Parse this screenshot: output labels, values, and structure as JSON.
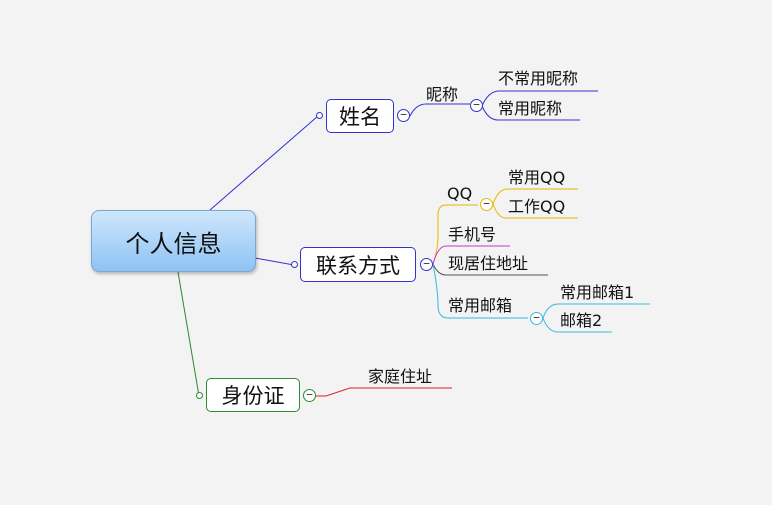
{
  "root": {
    "label": "个人信息"
  },
  "branches": {
    "name": {
      "label": "姓名",
      "color": "#3333cc",
      "nickname": {
        "label": "昵称",
        "children": [
          "不常用昵称",
          "常用昵称"
        ]
      }
    },
    "contact": {
      "label": "联系方式",
      "color": "#3333cc",
      "qq": {
        "label": "QQ",
        "color": "#e6b800",
        "children": [
          "常用QQ",
          "工作QQ"
        ]
      },
      "phone": {
        "label": "手机号",
        "color": "#cc33cc"
      },
      "address": {
        "label": "现居住地址",
        "color": "#555555"
      },
      "email": {
        "label": "常用邮箱",
        "color": "#33bbdd",
        "children": [
          "常用邮箱1",
          "邮箱2"
        ]
      }
    },
    "id_card": {
      "label": "身份证",
      "color": "#2e8b2e",
      "home": {
        "label": "家庭住址",
        "color": "#dd2222"
      }
    }
  },
  "toggle_symbol": "−"
}
